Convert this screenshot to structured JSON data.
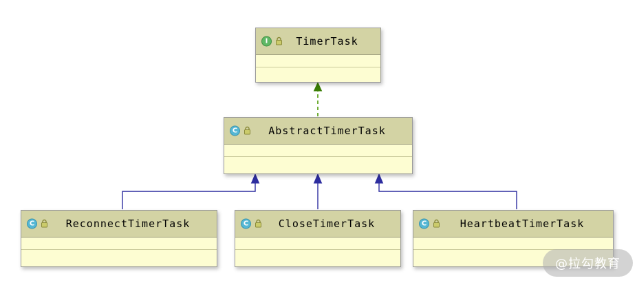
{
  "diagram_type": "uml-class-diagram",
  "icons": {
    "interface_letter": "I",
    "class_letter": "C"
  },
  "nodes": {
    "timertask": {
      "name": "TimerTask",
      "stereotype": "interface"
    },
    "abstracttimertask": {
      "name": "AbstractTimerTask",
      "stereotype": "abstract class"
    },
    "reconnecttimertask": {
      "name": "ReconnectTimerTask",
      "stereotype": "class"
    },
    "closetimertask": {
      "name": "CloseTimerTask",
      "stereotype": "class"
    },
    "heartbeattimertask": {
      "name": "HeartbeatTimerTask",
      "stereotype": "class"
    }
  },
  "edges": [
    {
      "from": "AbstractTimerTask",
      "to": "TimerTask",
      "type": "realization"
    },
    {
      "from": "ReconnectTimerTask",
      "to": "AbstractTimerTask",
      "type": "inheritance"
    },
    {
      "from": "CloseTimerTask",
      "to": "AbstractTimerTask",
      "type": "inheritance"
    },
    {
      "from": "HeartbeatTimerTask",
      "to": "AbstractTimerTask",
      "type": "inheritance"
    }
  ],
  "colors": {
    "node_header": "#d3d3a4",
    "node_body": "#fdfdd2",
    "node_border": "#9a9a9a",
    "inheritance_edge": "#2d2d9f",
    "realization_edge": "#4e9a06",
    "interface_icon": "#5fb865",
    "class_icon": "#55b7d4"
  },
  "watermark": "@拉勾教育"
}
